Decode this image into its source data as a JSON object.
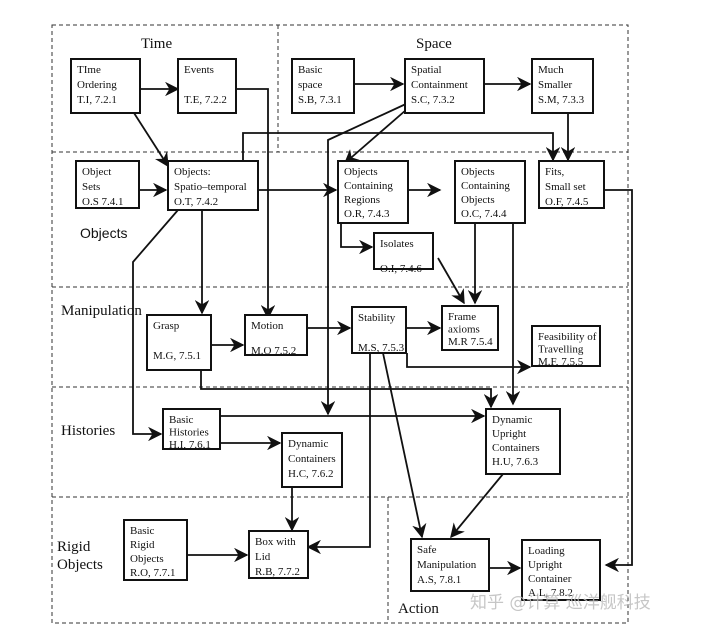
{
  "diagram": {
    "regions": [
      {
        "id": "time",
        "label": "Time"
      },
      {
        "id": "space",
        "label": "Space"
      },
      {
        "id": "objects",
        "label": "Objects"
      },
      {
        "id": "manipulation",
        "label": "Manipulation"
      },
      {
        "id": "histories",
        "label": "Histories"
      },
      {
        "id": "rigid-objects",
        "label_lines": [
          "Rigid",
          "Objects"
        ]
      },
      {
        "id": "action",
        "label": "Action"
      }
    ],
    "nodes": [
      {
        "id": "TI",
        "lines": [
          "TIme",
          "Ordering",
          "T.I,  7.2.1"
        ]
      },
      {
        "id": "TE",
        "lines": [
          "Events",
          "",
          "T.E, 7.2.2"
        ]
      },
      {
        "id": "SB",
        "lines": [
          "Basic",
          "space",
          "S.B, 7.3.1"
        ]
      },
      {
        "id": "SC",
        "lines": [
          "Spatial",
          "Containment",
          "S.C, 7.3.2"
        ]
      },
      {
        "id": "SM",
        "lines": [
          "Much",
          "Smaller",
          "S.M, 7.3.3"
        ]
      },
      {
        "id": "OS",
        "lines": [
          "Object",
          "Sets",
          "O.S  7.4.1"
        ]
      },
      {
        "id": "OT",
        "lines": [
          "Objects:",
          "Spatio–temporal",
          "O.T,  7.4.2"
        ]
      },
      {
        "id": "OR",
        "lines": [
          "Objects",
          "Containing",
          "Regions",
          "O.R, 7.4.3"
        ]
      },
      {
        "id": "OC",
        "lines": [
          "Objects",
          "Containing",
          "Objects",
          "O.C, 7.4.4"
        ]
      },
      {
        "id": "OF",
        "lines": [
          "Fits,",
          "Small set",
          "O.F, 7.4.5"
        ]
      },
      {
        "id": "OI",
        "lines": [
          "Isolates",
          "",
          "O.I, 7.4.6"
        ]
      },
      {
        "id": "MG",
        "lines": [
          "Grasp",
          "",
          "M.G, 7.5.1"
        ]
      },
      {
        "id": "MO",
        "lines": [
          "Motion",
          "",
          "M.O 7.5.2"
        ]
      },
      {
        "id": "MS",
        "lines": [
          "Stability",
          "",
          "M.S, 7.5.3"
        ]
      },
      {
        "id": "MR",
        "lines": [
          "Frame",
          "axioms",
          "M.R 7.5.4"
        ]
      },
      {
        "id": "MF",
        "lines": [
          "Feasibility of",
          "Travelling",
          "M.F,  7.5.5"
        ]
      },
      {
        "id": "HI",
        "lines": [
          "Basic",
          "Histories",
          "H.I, 7.6.1"
        ]
      },
      {
        "id": "HC",
        "lines": [
          "Dynamic",
          "Containers",
          "H.C, 7.6.2"
        ]
      },
      {
        "id": "HU",
        "lines": [
          "Dynamic",
          "Upright",
          "Containers",
          "H.U, 7.6.3"
        ]
      },
      {
        "id": "RO",
        "lines": [
          "Basic",
          "Rigid",
          "Objects",
          "R.O, 7.7.1"
        ]
      },
      {
        "id": "RB",
        "lines": [
          "Box with",
          "Lid",
          "R.B, 7.7.2"
        ]
      },
      {
        "id": "AS",
        "lines": [
          "Safe",
          "Manipulation",
          "A.S, 7.8.1"
        ]
      },
      {
        "id": "AL",
        "lines": [
          "Loading",
          "Upright",
          "Container",
          "A.L, 7.8.2"
        ]
      }
    ],
    "edges": [
      [
        "TI",
        "TE"
      ],
      [
        "TI",
        "OT"
      ],
      [
        "TE",
        "MO"
      ],
      [
        "SB",
        "SC"
      ],
      [
        "SC",
        "SM"
      ],
      [
        "SC",
        "OR"
      ],
      [
        "SC",
        "HC"
      ],
      [
        "SM",
        "OF"
      ],
      [
        "OS",
        "OT"
      ],
      [
        "OT",
        "OR"
      ],
      [
        "OT",
        "OF"
      ],
      [
        "OT",
        "MG"
      ],
      [
        "OT",
        "HI"
      ],
      [
        "OR",
        "OC"
      ],
      [
        "OR",
        "OI"
      ],
      [
        "OI",
        "MR"
      ],
      [
        "OC",
        "MR"
      ],
      [
        "OC",
        "HU"
      ],
      [
        "OF",
        "AL"
      ],
      [
        "MG",
        "MO"
      ],
      [
        "MG",
        "HU"
      ],
      [
        "MO",
        "MS"
      ],
      [
        "MS",
        "MR"
      ],
      [
        "MS",
        "MF"
      ],
      [
        "MS",
        "AS"
      ],
      [
        "MS",
        "RB"
      ],
      [
        "HI",
        "HC"
      ],
      [
        "HI",
        "HU"
      ],
      [
        "HC",
        "RB"
      ],
      [
        "HU",
        "AS"
      ],
      [
        "RO",
        "RB"
      ],
      [
        "AS",
        "AL"
      ]
    ]
  },
  "watermark": "知乎 @计算 巡洋舰科技"
}
